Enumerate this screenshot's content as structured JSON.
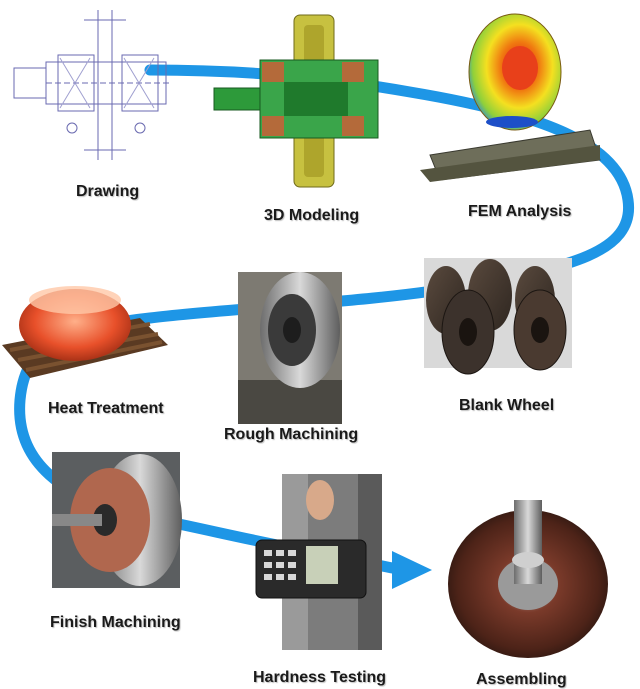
{
  "steps": [
    {
      "id": "drawing",
      "label": "Drawing"
    },
    {
      "id": "modeling",
      "label": "3D Modeling"
    },
    {
      "id": "fem",
      "label": "FEM Analysis"
    },
    {
      "id": "blank",
      "label": "Blank Wheel"
    },
    {
      "id": "rough",
      "label": "Rough Machining"
    },
    {
      "id": "heat",
      "label": "Heat Treatment"
    },
    {
      "id": "finish",
      "label": "Finish Machining"
    },
    {
      "id": "hardness",
      "label": "Hardness Testing"
    },
    {
      "id": "assembling",
      "label": "Assembling"
    }
  ],
  "colors": {
    "flow_arrow": "#1e96e6",
    "label_text": "#1a1a1a",
    "background": "#ffffff"
  }
}
